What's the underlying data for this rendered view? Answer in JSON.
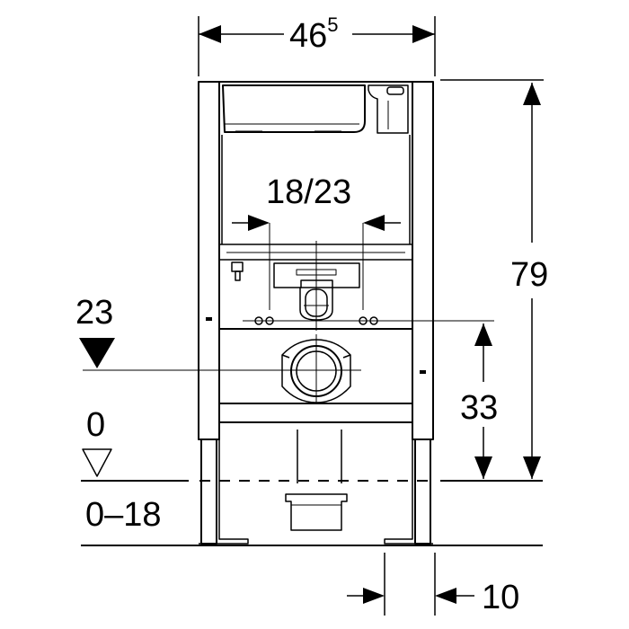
{
  "dimensions": {
    "frame_width": {
      "main": "46",
      "superscript": "5"
    },
    "frame_height": "79",
    "drain_height": "33",
    "bolt_spacing": "18/23",
    "pipe_axis_height": "23",
    "floor_level": "0",
    "floor_adjust": "0–18",
    "wall_offset": "10"
  },
  "colors": {
    "line": "#000000",
    "background": "#ffffff"
  }
}
